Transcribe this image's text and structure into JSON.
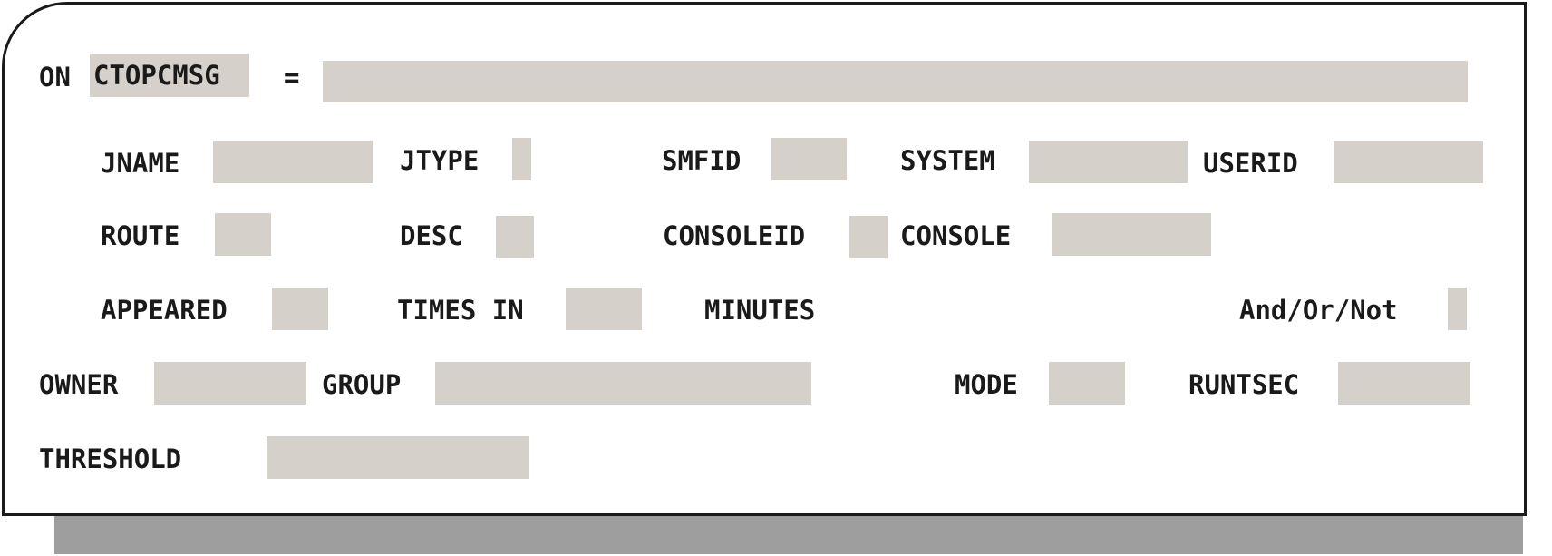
{
  "on_label": "ON",
  "command": "CTOPCMSG",
  "equals": "=",
  "labels": {
    "jname": "JNAME",
    "jtype": "JTYPE",
    "smfid": "SMFID",
    "system": "SYSTEM",
    "userid": "USERID",
    "route": "ROUTE",
    "desc": "DESC",
    "consoleid": "CONSOLEID",
    "console": "CONSOLE",
    "appeared": "APPEARED",
    "times_in": "TIMES IN",
    "minutes": "MINUTES",
    "and_or_not": "And/Or/Not",
    "owner": "OWNER",
    "group": "GROUP",
    "mode": "MODE",
    "runtsec": "RUNTSEC",
    "threshold": "THRESHOLD"
  },
  "values": {
    "message": "",
    "jname": "",
    "jtype": "",
    "smfid": "",
    "system": "",
    "userid": "",
    "route": "",
    "desc": "",
    "consoleid": "",
    "console": "",
    "appeared": "",
    "times_in": "",
    "and_or_not": "",
    "owner": "",
    "group": "",
    "mode": "",
    "runtsec": "",
    "threshold": ""
  },
  "colors": {
    "field_background": "#d6d0ca",
    "shadow": "#9e9e9e",
    "border": "#1a1a1a"
  }
}
